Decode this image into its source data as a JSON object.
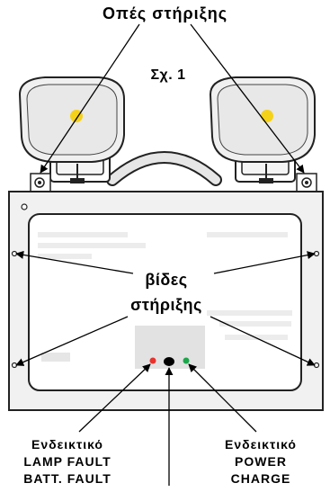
{
  "labels": {
    "mounting_holes": "Οπές στήριξης",
    "figure_number": "Σχ. 1",
    "screws_line1": "βίδες",
    "screws_line2": "στήριξης",
    "left_indicator": [
      "Ενδεικτικό",
      "LAMP FAULT",
      "BATT. FAULT"
    ],
    "right_indicator": [
      "Ενδεικτικό",
      "POWER",
      "CHARGE"
    ]
  },
  "leds": {
    "left_color": "#e8322b",
    "center_color": "#000000",
    "right_color": "#1aa64a"
  },
  "lamp_bulb_color": "#f5d21a"
}
